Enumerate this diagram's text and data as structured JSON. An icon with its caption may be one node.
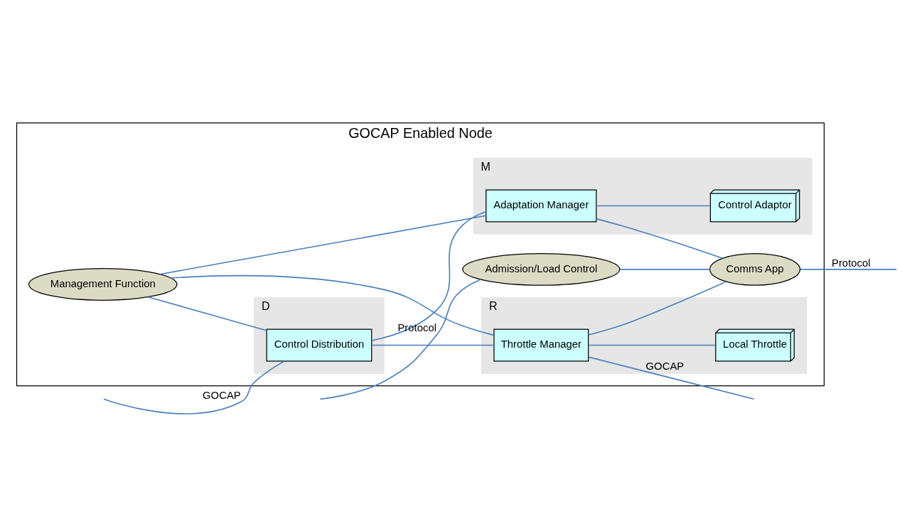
{
  "diagram": {
    "nodes": [
      {
        "text": [
          "GOCAP Enabled Node"
        ]
      },
      {
        "text": [
          "Management Function"
        ],
        "in": 0
      },
      {
        "text": [
          "D"
        ],
        "in": 0
      },
      {
        "text": [
          "Control Distribution"
        ],
        "in": 2
      },
      {
        "text": [
          "M"
        ],
        "in": 0
      },
      {
        "text": [
          "Adaptation Manager"
        ],
        "in": 4
      },
      {
        "text": [
          "Control Adaptor"
        ],
        "in": 4
      },
      {
        "text": [
          "R"
        ],
        "in": 0
      },
      {
        "text": [
          "Throttle Manager"
        ],
        "in": 7
      },
      {
        "text": [
          "Local Throttle"
        ],
        "in": 7
      },
      {
        "text": [
          "Admission/Load Control"
        ],
        "in": 0
      },
      {
        "text": [
          "Comms App"
        ],
        "in": 0
      }
    ],
    "edges": [
      {
        "from": null,
        "to": 3,
        "arrow": "none",
        "label": "GOCAP"
      },
      {
        "from": 8,
        "to": null,
        "arrow": "none",
        "label": "GOCAP"
      },
      {
        "from": 1,
        "to": 3,
        "arrow": "none"
      },
      {
        "from": 1,
        "to": 5,
        "arrow": "none"
      },
      {
        "from": 1,
        "to": 8,
        "arrow": "none"
      },
      {
        "from": 3,
        "to": 5,
        "arrow": "none"
      },
      {
        "from": 3,
        "to": 8,
        "arrow": "none"
      },
      {
        "from": 5,
        "to": 6,
        "arrow": "none"
      },
      {
        "from": 8,
        "to": 9,
        "arrow": "none"
      },
      {
        "from": 5,
        "to": 11,
        "arrow": "none"
      },
      {
        "from": 8,
        "to": 11,
        "arrow": "none"
      },
      {
        "from": null,
        "to": 10,
        "arrow": "none",
        "label": "Protocol"
      },
      {
        "from": 10,
        "to": 11,
        "arrow": "none"
      },
      {
        "from": 11,
        "to": null,
        "arrow": "none",
        "label": "Protocol"
      }
    ]
  }
}
